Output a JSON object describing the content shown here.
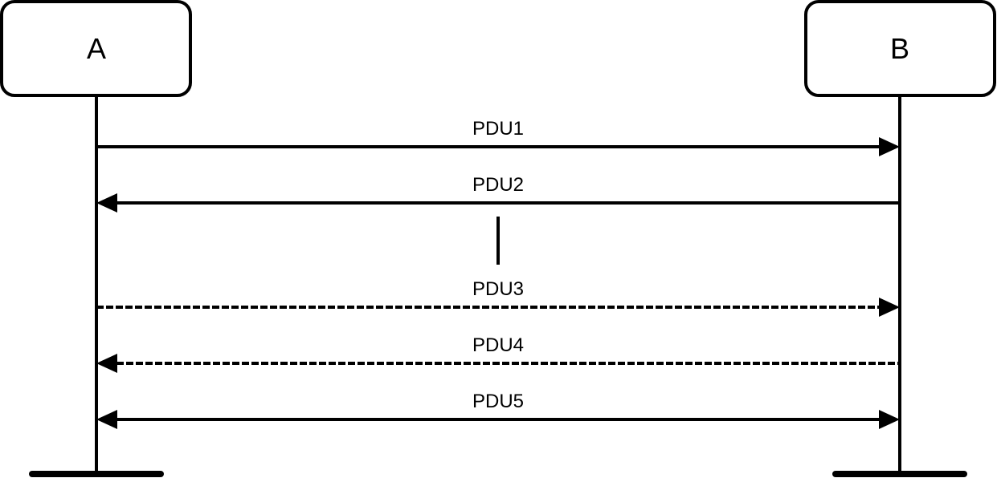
{
  "entities": [
    {
      "id": "A",
      "label": "A"
    },
    {
      "id": "B",
      "label": "B"
    }
  ],
  "messages": [
    {
      "label": "PDU1",
      "from": "A",
      "to": "B",
      "style": "solid",
      "direction": "right"
    },
    {
      "label": "PDU2",
      "from": "B",
      "to": "A",
      "style": "solid",
      "direction": "left"
    },
    {
      "label": "PDU3",
      "from": "A",
      "to": "B",
      "style": "dashed",
      "direction": "right"
    },
    {
      "label": "PDU4",
      "from": "B",
      "to": "A",
      "style": "dashed",
      "direction": "left"
    },
    {
      "label": "PDU5",
      "from": "A",
      "to": "B",
      "style": "solid",
      "direction": "both"
    }
  ],
  "colors": {
    "stroke": "#000000",
    "background": "#ffffff"
  }
}
